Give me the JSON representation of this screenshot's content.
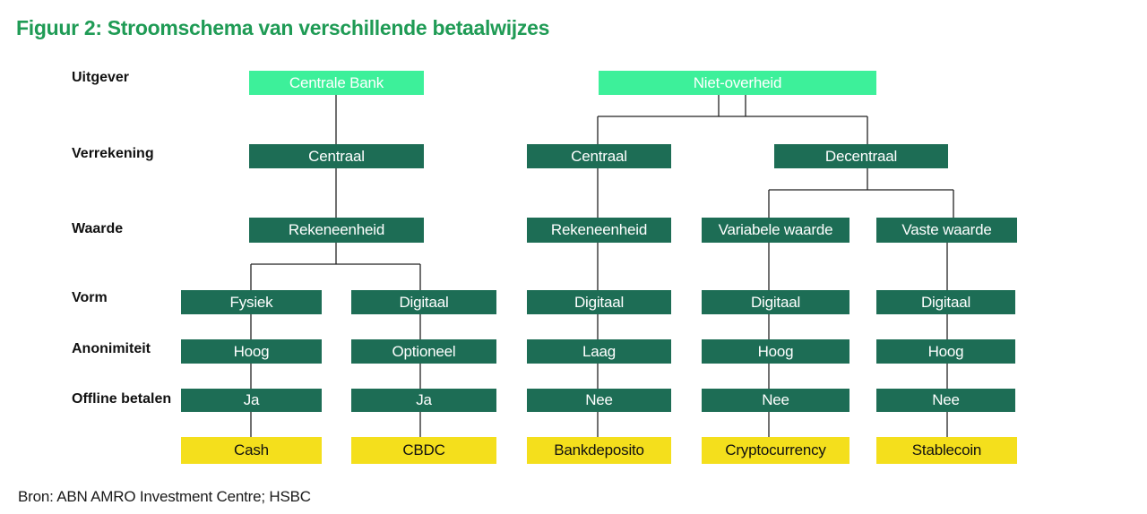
{
  "title": "Figuur 2: Stroomschema van verschillende betaalwijzes",
  "source": "Bron: ABN AMRO Investment Centre; HSBC",
  "row_labels": {
    "issuer": "Uitgever",
    "settlement": "Verrekening",
    "value": "Waarde",
    "form": "Vorm",
    "anonymity": "Anonimiteit",
    "offline": "Offline betalen"
  },
  "nodes": {
    "central_bank": "Centrale Bank",
    "non_government": "Niet-overheid",
    "cb_settlement": "Centraal",
    "ng_settlement_central": "Centraal",
    "ng_settlement_decentral": "Decentraal",
    "cb_value": "Rekeneenheid",
    "ng_value_unit": "Rekeneenheid",
    "ng_value_variable": "Variabele waarde",
    "ng_value_fixed": "Vaste waarde",
    "form_cash": "Fysiek",
    "form_cbdc": "Digitaal",
    "form_bank": "Digitaal",
    "form_crypto": "Digitaal",
    "form_stable": "Digitaal",
    "anon_cash": "Hoog",
    "anon_cbdc": "Optioneel",
    "anon_bank": "Laag",
    "anon_crypto": "Hoog",
    "anon_stable": "Hoog",
    "offline_cash": "Ja",
    "offline_cbdc": "Ja",
    "offline_bank": "Nee",
    "offline_crypto": "Nee",
    "offline_stable": "Nee",
    "result_cash": "Cash",
    "result_cbdc": "CBDC",
    "result_bank": "Bankdeposito",
    "result_crypto": "Cryptocurrency",
    "result_stable": "Stablecoin"
  },
  "colors": {
    "title": "#1f9b55",
    "issuer_box": "#3df09a",
    "property_box": "#1d6d55",
    "result_box": "#f4df1c",
    "connector": "#222222"
  }
}
